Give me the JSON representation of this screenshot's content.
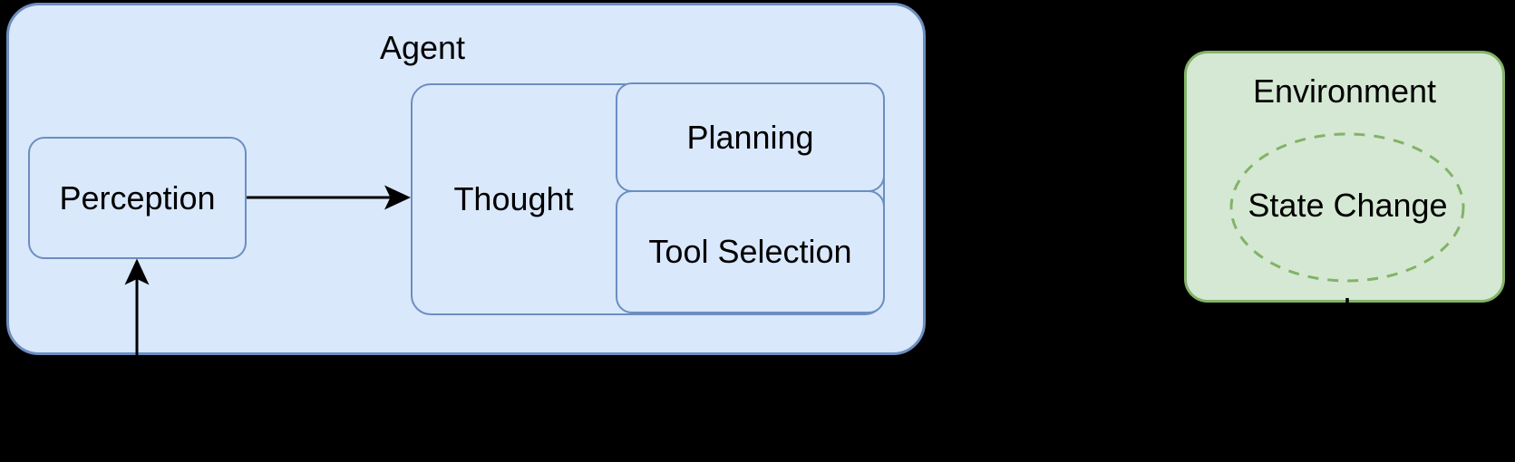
{
  "agent": {
    "label": "Agent"
  },
  "perception": {
    "label": "Perception"
  },
  "thought": {
    "label": "Thought"
  },
  "planning": {
    "label": "Planning"
  },
  "tool_selection": {
    "label": "Tool Selection"
  },
  "environment": {
    "label": "Environment"
  },
  "state_change": {
    "label": "State Change"
  },
  "colors": {
    "background": "#000000",
    "blue_fill": "#dae8fc",
    "blue_stroke": "#6c8ebf",
    "green_fill": "#d5e8d4",
    "green_stroke": "#82b366",
    "connector": "#000000",
    "text": "#000000"
  }
}
